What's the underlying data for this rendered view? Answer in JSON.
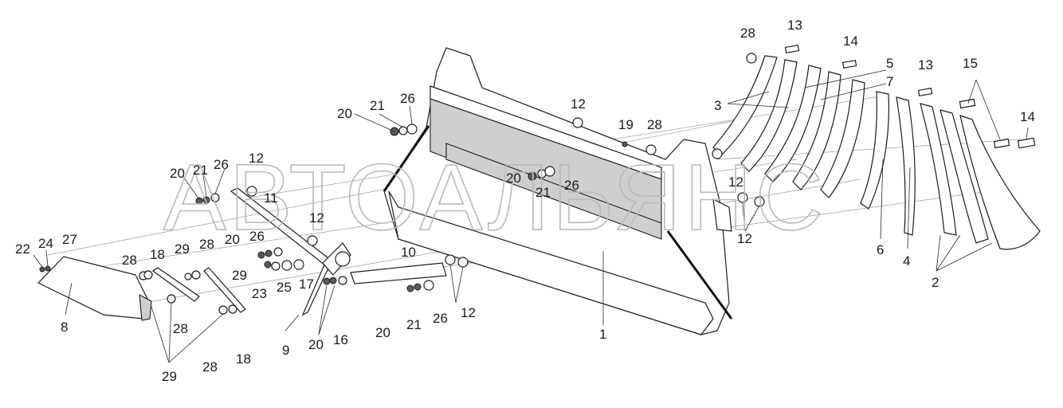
{
  "watermark": "АВТОАЛЬЯНС",
  "callouts": {
    "c1": "1",
    "c2": "2",
    "c3": "3",
    "c4": "4",
    "c5": "5",
    "c6": "6",
    "c7": "7",
    "c8": "8",
    "c9": "9",
    "c10": "10",
    "c11": "11",
    "c12a": "12",
    "c12b": "12",
    "c12c": "12",
    "c12d": "12",
    "c12e": "12",
    "c12f": "12",
    "c13a": "13",
    "c13b": "13",
    "c14a": "14",
    "c14b": "14",
    "c15": "15",
    "c16": "16",
    "c17": "17",
    "c18a": "18",
    "c18b": "18",
    "c19": "19",
    "c20a": "20",
    "c20b": "20",
    "c20c": "20",
    "c20d": "20",
    "c20e": "20",
    "c20f": "20",
    "c21a": "21",
    "c21b": "21",
    "c21c": "21",
    "c21d": "21",
    "c22": "22",
    "c23": "23",
    "c24": "24",
    "c25": "25",
    "c26a": "26",
    "c26b": "26",
    "c26c": "26",
    "c26d": "26",
    "c26e": "26",
    "c27": "27",
    "c28a": "28",
    "c28b": "28",
    "c28c": "28",
    "c28d": "28",
    "c28e": "28",
    "c28f": "28",
    "c29a": "29",
    "c29b": "29",
    "c29c": "29"
  }
}
